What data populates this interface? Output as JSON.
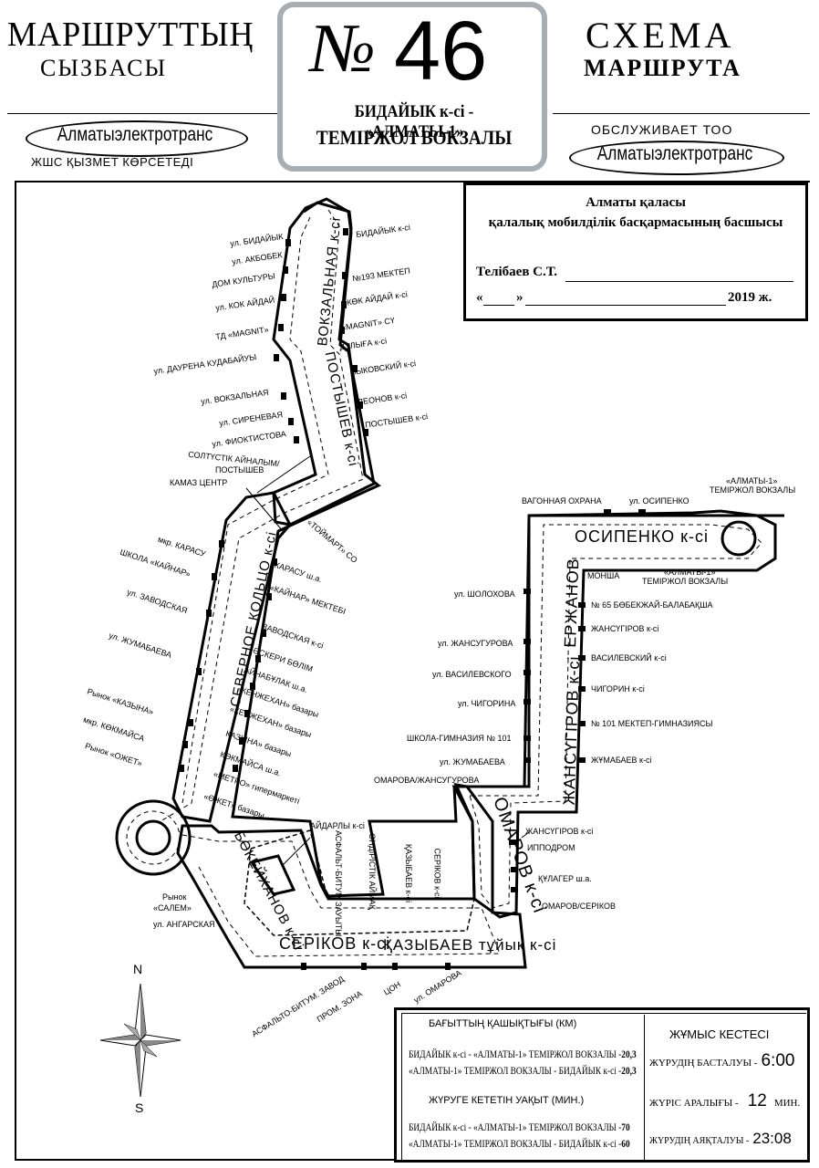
{
  "header": {
    "left_title": "МАРШРУТТЫҢ",
    "left_sub": "СЫЗБАСЫ",
    "right_title": "СХЕМА",
    "right_sub": "МАРШРУТА",
    "number_sign": "№",
    "route_number": "46",
    "route_name_1": "БИДАЙЫК к-сі - «АЛМАТЫ-1»",
    "route_name_2": "ТЕМІРЖОЛ ВОКЗАЛЫ",
    "operator_left": "Алматыэлектротранс",
    "operator_left_caption": "ЖШС ҚЫЗМЕТ КӨРСЕТЕДІ",
    "operator_right_caption": "ОБСЛУЖИВАЕТ ТОО",
    "operator_right": "Алматыэлектротранс"
  },
  "approval": {
    "line1": "Алматы қаласы",
    "line2": "қалалық мобилділік басқармасының басшысы",
    "signer": "Телібаев С.Т.",
    "date_prefix": "«",
    "date_mid": "»",
    "date_year": "2019 ж."
  },
  "compass": {
    "north": "N",
    "south": "S"
  },
  "streets": {
    "vokzalnaya": "ВОКЗАЛЬНАЯ к-сі",
    "postysheva": "ПОСТЫШЕВ к-сі",
    "severnoe": "СЕВЕРНОЕ КОЛЬЦО к-сі",
    "bokeikhanov": "БӨКЕЙХАНОВ к-сі",
    "serikov": "СЕРІКОВ к-сі",
    "kazybaev": "ҚАЗЫБАЕВ тұйық к-сі",
    "omarov": "ОМАРОВ к-сі",
    "zhansugurov": "ЖАНСҮГІРОВ к-сі",
    "erzhanov": "ЕРЖАНОВ",
    "osipenko": "ОСИПЕНКО к-сі"
  },
  "stops_left": [
    "ул. БИДАЙЫК",
    "ул. АКБОБЕК",
    "ДОМ КУЛЬТУРЫ",
    "ул. КОК АЙДАЙ",
    "ТД «MAGNIT»",
    "ул. ДАУРЕНА КУДАБАЙУЫ",
    "ул. ВОКЗАЛЬНАЯ",
    "ул. СИРЕНЕВАЯ",
    "ул. ФИОКТИСТОВА",
    "СОЛТҮСТІК АЙНАЛЫМ/",
    "ПОСТЫШЕВ",
    "КАМАЗ ЦЕНТР",
    "мкр. КАРАСУ",
    "ШКОЛА «КАЙНАР»",
    "ул. ЗАВОДСКАЯ",
    "ул. ЖУМАБАЕВА",
    "Рынок «КАЗЫНА»",
    "мкр. КӨКМАЙСА",
    "Рынок «ОЖЕТ»",
    "Рынок",
    "«САЛЕМ»",
    "ул. АНГАРСКАЯ"
  ],
  "stops_right": [
    "БИДАЙЫК к-сі",
    "№193 МЕКТЕП",
    "КӨК АЙДАЙ к-сі",
    "«MAGNIT» СҮ",
    "ДУЛЫҒА к-сі",
    "БЫКОВСКИЙ к-сі",
    "ЛЕОНОВ к-сі",
    "ПОСТЫШЕВ к-сі",
    "«ТОЙМАРТ» СО",
    "КАРАСУ ш.а.",
    "«КАЙНАР» МЕКТЕБІ",
    "ЗАВОДСКАЯ к-сі",
    "ӘСКЕРИ БӨЛІМ",
    "АЙНАБҰЛАК ш.а.",
    "«КЕНЖЕХАН» базары",
    "«КЕНЖЕХАН» базары",
    "ҚАЗЫНА» базары",
    "КӨКМАЙСА ш.а.",
    "«МЕТРО» гипермаркеті",
    "«ӨЖЕТ» базары",
    "АЙДАРЛЫ к-сі"
  ],
  "stops_bottom": [
    "АСФАЛЬТО-БИТУМ. ЗАВОД",
    "ПРОМ. ЗОНА",
    "ЦОН",
    "ул. ОМАРОВА",
    "АСФАЛЬТ-БИТУМ ЗАУЫТЫ",
    "ӨНДІРІСТІК АЙМАҚ",
    "ҚАЗЫБАЕВ к-сі",
    "СЕРІКОВ к-сі"
  ],
  "stops_east": [
    "ВАГОННАЯ ОХРАНА",
    "ул. ОСИПЕНКО",
    "«АЛМАТЫ-1»",
    "ТЕМІРЖОЛ ВОКЗАЛЫ",
    "МОНША",
    "«АЛМАТЫ-1»",
    "ТЕМІРЖОЛ ВОКЗАЛЫ",
    "№ 65 БӨБЕКЖАЙ-БАЛАБАҚША",
    "ЖАНСҮГІРОВ к-сі",
    "ВАСИЛЕВСКИЙ к-сі",
    "ЧИГОРИН к-сі",
    "№ 101 МЕКТЕП-ГИМНАЗИЯСЫ",
    "ЖҰМАБАЕВ к-сі",
    "ул. ШОЛОХОВА",
    "ул. ЖАНСУГУРОВА",
    "ул. ВАСИЛЕВСКОГО",
    "ул. ЧИГОРИНА",
    "ШКОЛА-ГИМНАЗИЯ № 101",
    "ул. ЖУМАБАЕВА",
    "ОМАРОВА/ЖАНСУГУРОВА",
    "ЖАНСҮГІРОВ к-сі",
    "ИППОДРОМ",
    "ҚҰЛАГЕР ш.а.",
    "ОМАРОВ/СЕРІКОВ"
  ],
  "info": {
    "distance_title": "БАҒЫТТЫҢ ҚАШЫҚТЫҒЫ (КМ)",
    "dist_1_label": "БИДАЙЫК к-сі - «АЛМАТЫ-1» ТЕМІРЖОЛ ВОКЗАЛЫ -",
    "dist_1_value": "20,3",
    "dist_2_label": "«АЛМАТЫ-1» ТЕМІРЖОЛ ВОКЗАЛЫ - БИДАЙЫК к-сі -",
    "dist_2_value": "20,3",
    "time_title": "ЖҮРУГЕ КЕТЕТІН УАҚЫТ (МИН.)",
    "time_1_label": "БИДАЙЫК к-сі - «АЛМАТЫ-1» ТЕМІРЖОЛ ВОКЗАЛЫ -",
    "time_1_value": "70",
    "time_2_label": "«АЛМАТЫ-1» ТЕМІРЖОЛ ВОКЗАЛЫ - БИДАЙЫК к-сі -",
    "time_2_value": "60",
    "schedule_title": "ЖҰМЫС КЕСТЕСІ",
    "start_label": "ЖҮРУДІҢ БАСТАЛУЫ -",
    "start_value": "6:00",
    "interval_label": "ЖҮРІС АРАЛЫҒЫ -",
    "interval_value": "12",
    "interval_unit": "МИН.",
    "end_label": "ЖҮРУДІҢ АЯҚТАЛУЫ -",
    "end_value": "23:08"
  }
}
